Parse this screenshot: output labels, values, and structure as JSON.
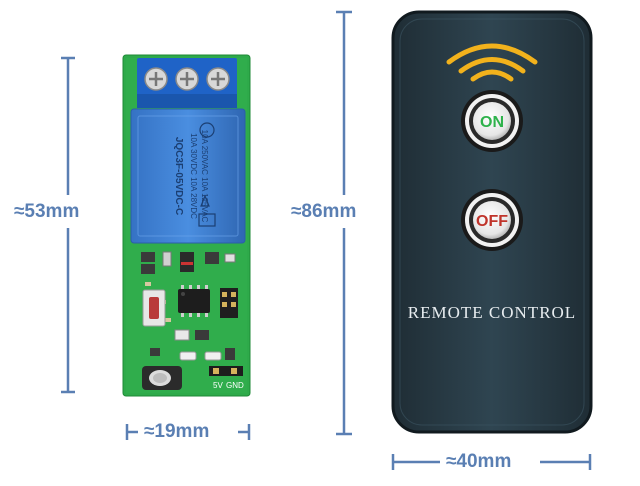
{
  "dimensions": {
    "board_height": "≈53mm",
    "board_width": "≈19mm",
    "remote_height": "≈86mm",
    "remote_width": "≈40mm"
  },
  "relay": {
    "line1": "10A 250VAC  10A 125VAC",
    "line2": "10A 30VDC  10A 28VDC",
    "model": "JQC3F-05VDC-C"
  },
  "board": {
    "pin_5v": "5V",
    "pin_gnd": "GND"
  },
  "remote": {
    "on_label": "ON",
    "off_label": "OFF",
    "label": "REMOTE CONTROL"
  },
  "colors": {
    "dimension_blue": "#5a7fb3",
    "pcb_green": "#2eaa4a",
    "relay_blue": "#3f7fd0",
    "remote_body": "#2c3d46",
    "on_green": "#2eb24b",
    "off_red": "#c0342b",
    "signal_arc": "#f2b21c"
  }
}
